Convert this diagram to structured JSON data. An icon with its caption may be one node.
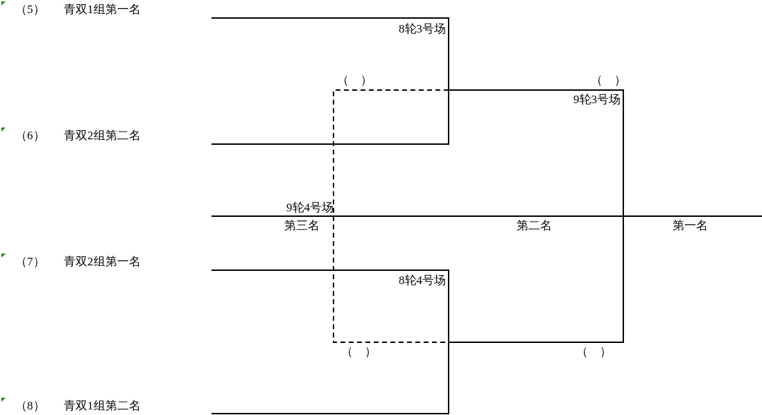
{
  "diagram": {
    "labels": [
      "（5）",
      "青双1组第一名",
      "8轮3号场",
      "（　）",
      "（　）",
      "9轮3号场",
      "（6）",
      "青双2组第二名",
      "9轮4号场",
      "第三名",
      "第二名",
      "第一名",
      "（7）",
      "青双2组第一名",
      "8轮4号场",
      "（　）",
      "（　）",
      "（8）",
      "青双1组第二名"
    ]
  }
}
